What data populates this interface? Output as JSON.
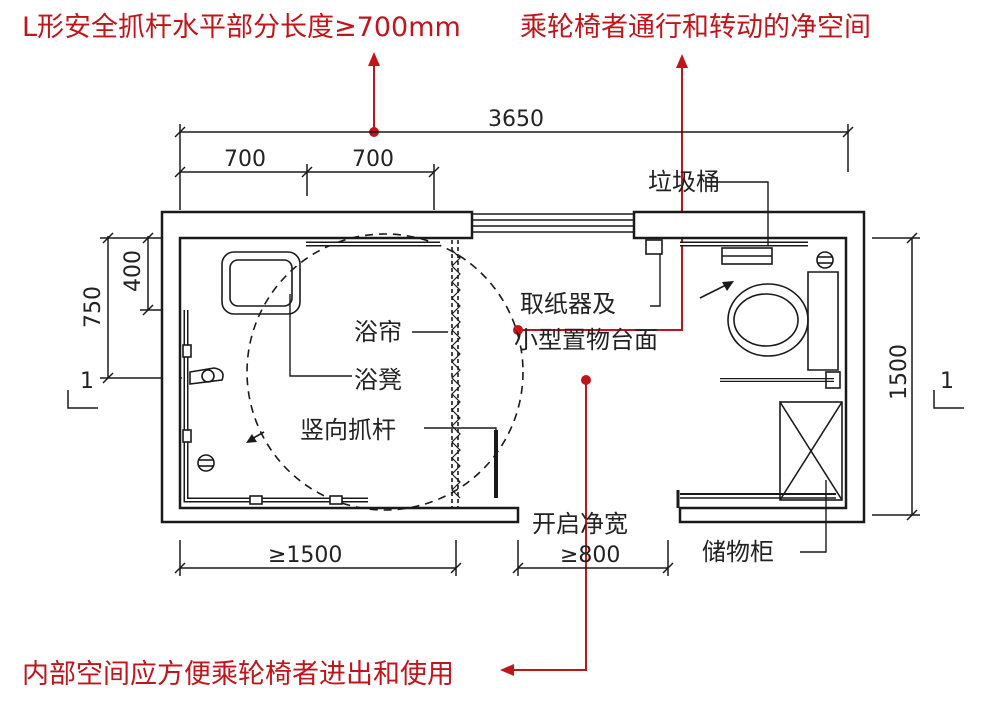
{
  "annotations": {
    "top_left": "L形安全抓杆水平部分长度≥700mm",
    "top_right": "乘轮椅者通行和转动的净空间",
    "bottom": "内部空间应方便乘轮椅者进出和使用"
  },
  "dimensions": {
    "total_width": "3650",
    "grab_bar_1": "700",
    "grab_bar_2": "700",
    "vertical_750": "750",
    "vertical_400": "400",
    "height_1500": "1500",
    "min_1500": "≥1500",
    "min_800": "≥800"
  },
  "labels": {
    "trash_bin": "垃圾桶",
    "paper_holder_1": "取纸器及",
    "paper_holder_2": "小型置物台面",
    "curtain": "浴帘",
    "stool": "浴凳",
    "vertical_bar": "竖向抓杆",
    "door_width": "开启净宽",
    "cabinet": "储物柜",
    "section_left": "1",
    "section_right": "1"
  },
  "colors": {
    "annotation": "#c0151b",
    "lines": "#1a1a1a"
  }
}
